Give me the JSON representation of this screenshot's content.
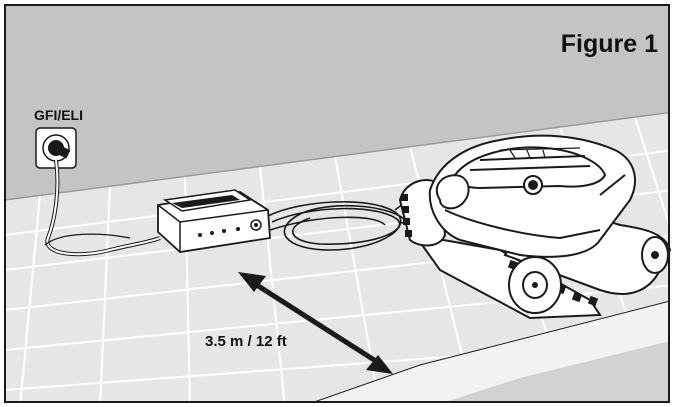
{
  "figure": {
    "title": "Figure 1",
    "outlet_label": "GFI/ELI",
    "distance_label": "3.5 m / 12 ft"
  },
  "colors": {
    "wall": "#c4c4c4",
    "floor": "#e8e8e8",
    "floor_lines": "#ffffff",
    "pool_water": "#d2d2d2",
    "line_art": "#1a1a1a",
    "device_fill": "#ffffff"
  },
  "icons": [
    "outlet-icon",
    "power-supply-icon",
    "pool-robot-icon",
    "double-arrow-icon"
  ]
}
